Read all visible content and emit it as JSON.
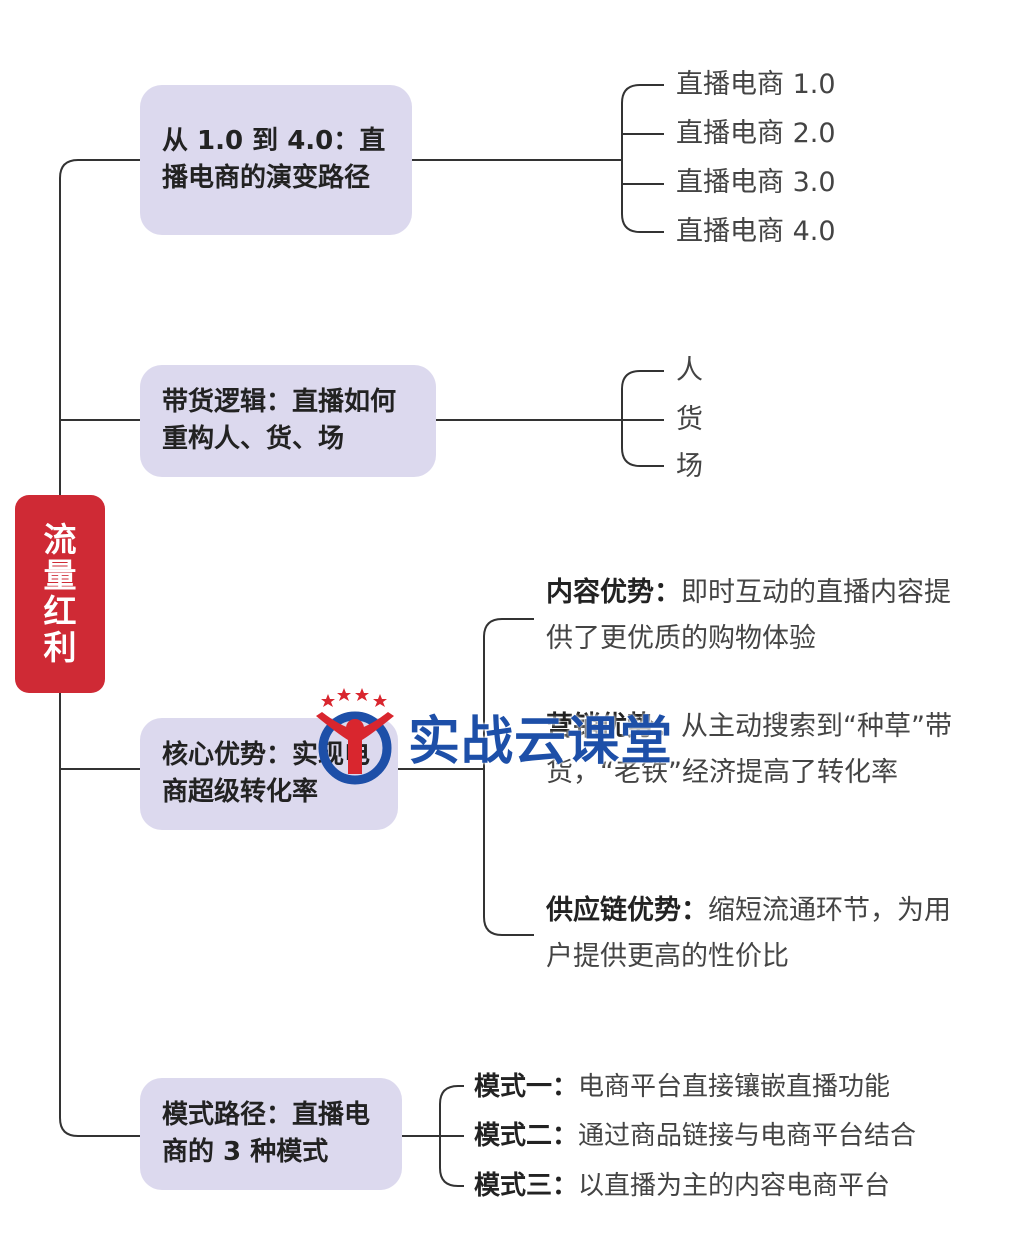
{
  "root": {
    "label": "流量红利"
  },
  "branches": [
    {
      "label": "从 1.0 到 4.0：直播电商的演变路径",
      "leaves": [
        "直播电商 1.0",
        "直播电商 2.0",
        "直播电商 3.0",
        "直播电商 4.0"
      ]
    },
    {
      "label": "带货逻辑：直播如何重构人、货、场",
      "leaves": [
        "人",
        "货",
        "场"
      ]
    },
    {
      "label": "核心优势：实现电商超级转化率",
      "details": [
        {
          "title": "内容优势：",
          "text": "即时互动的直播内容提供了更优质的购物体验"
        },
        {
          "title": "营销优势：",
          "text": "从主动搜索到“种草”带货，“老铁”经济提高了转化率"
        },
        {
          "title": "供应链优势：",
          "text": "缩短流通环节，为用户提供更高的性价比"
        }
      ]
    },
    {
      "label": "模式路径：直播电商的 3 种模式",
      "modes": [
        {
          "title": "模式一：",
          "text": "电商平台直接镶嵌直播功能"
        },
        {
          "title": "模式二：",
          "text": "通过商品链接与电商平台结合"
        },
        {
          "title": "模式三：",
          "text": "以直播为主的内容电商平台"
        }
      ]
    }
  ],
  "watermark": {
    "text": "实战云课堂"
  },
  "colors": {
    "root": "#cf2a35",
    "branch_bg": "#dcd9ee",
    "line": "#333333",
    "watermark": "#1d4fa8"
  }
}
